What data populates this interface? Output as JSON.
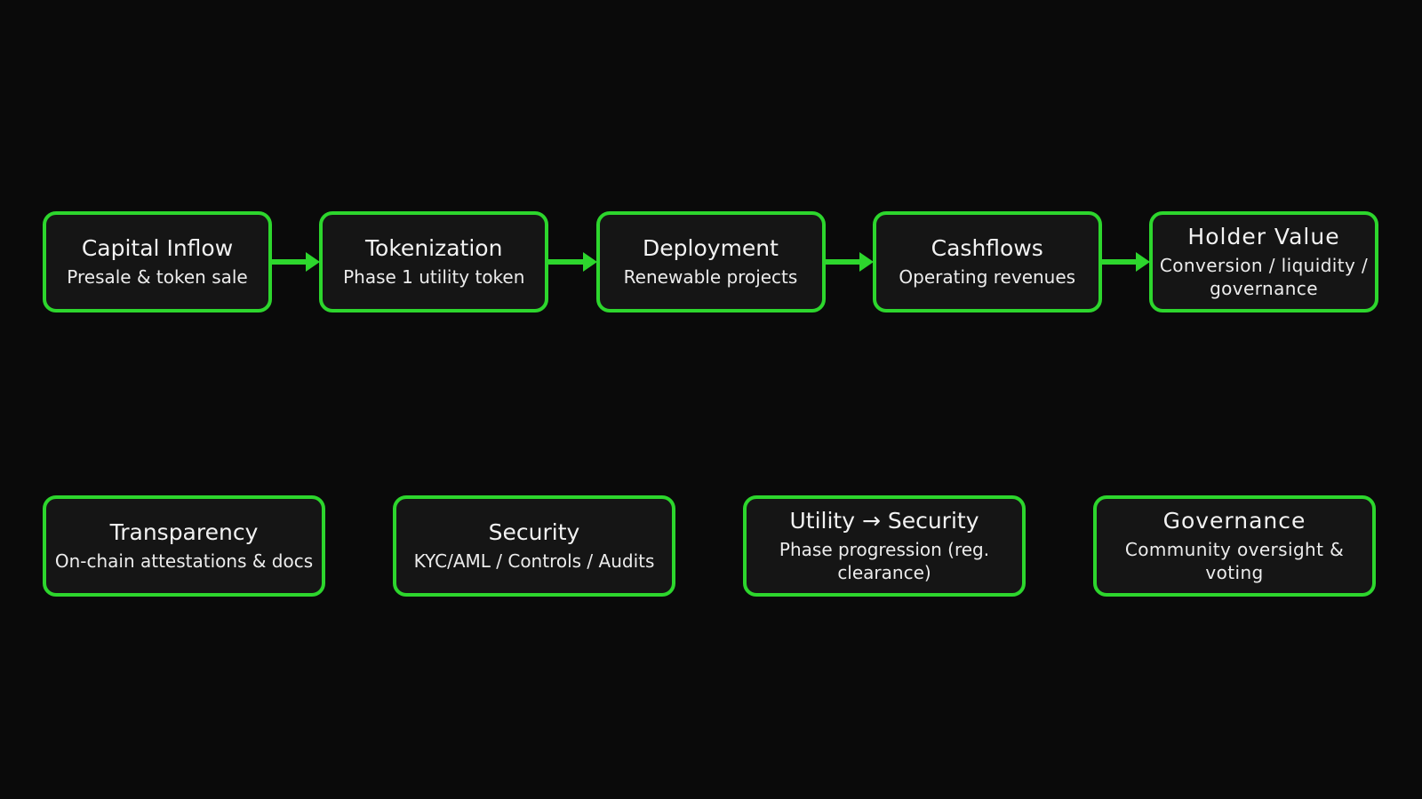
{
  "colors": {
    "background": "#0a0a0a",
    "node_fill": "#151515",
    "accent": "#2dd62d",
    "title_text": "#f2f2f2",
    "subtitle_text": "#ececec"
  },
  "flow_row": {
    "nodes": [
      {
        "title": "Capital Inflow",
        "subtitle": "Presale & token sale"
      },
      {
        "title": "Tokenization",
        "subtitle": "Phase 1 utility token"
      },
      {
        "title": "Deployment",
        "subtitle": "Renewable projects"
      },
      {
        "title": "Cashflows",
        "subtitle": "Operating revenues"
      },
      {
        "title": "Holder Value",
        "subtitle": "Conversion / liquidity / governance"
      }
    ]
  },
  "pillar_row": {
    "nodes": [
      {
        "title": "Transparency",
        "subtitle": "On-chain attestations & docs"
      },
      {
        "title": "Security",
        "subtitle": "KYC/AML / Controls / Audits"
      },
      {
        "title": "Utility → Security",
        "subtitle": "Phase progression (reg. clearance)"
      },
      {
        "title": "Governance",
        "subtitle": "Community oversight & voting"
      }
    ]
  }
}
